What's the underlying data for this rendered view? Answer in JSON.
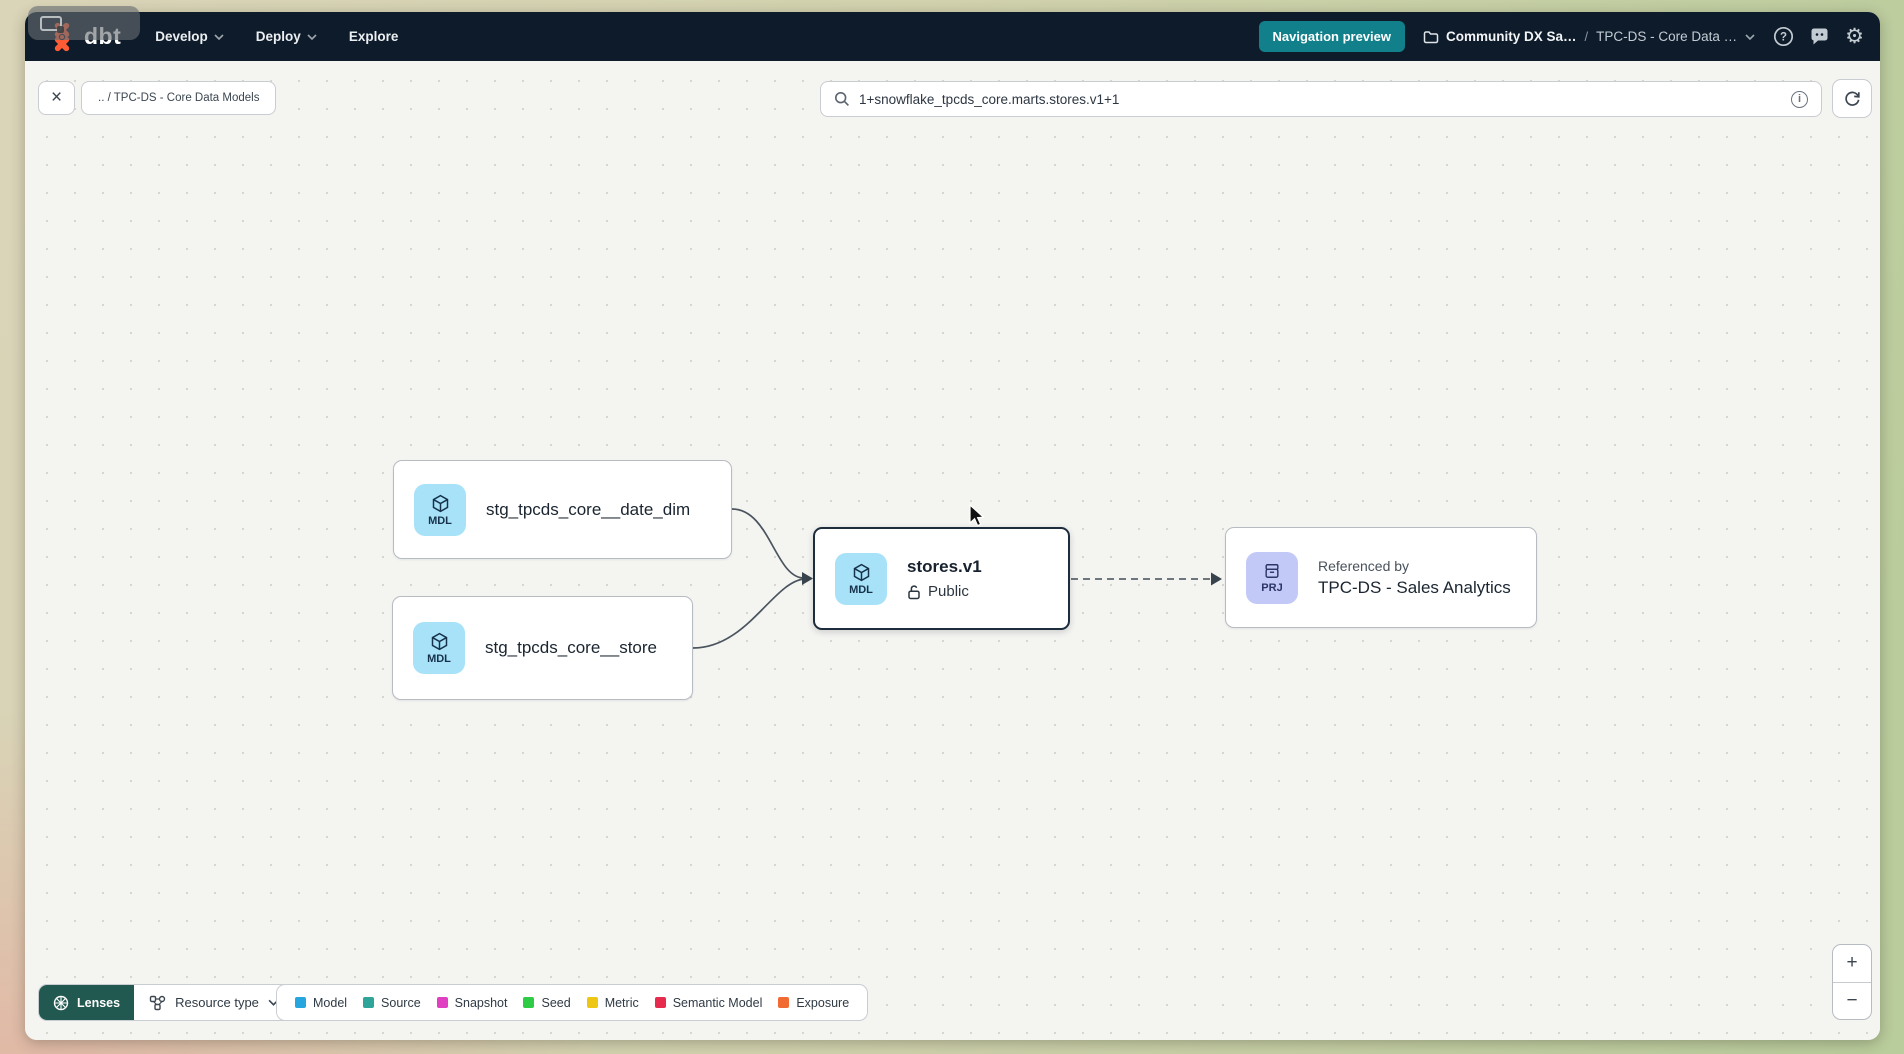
{
  "navbar": {
    "logo_text": "dbt",
    "menu": [
      {
        "label": "Develop"
      },
      {
        "label": "Deploy"
      },
      {
        "label": "Explore"
      }
    ],
    "preview_badge": "Navigation preview",
    "breadcrumb": {
      "project": "Community DX Sa…",
      "separator": "/",
      "page": "TPC-DS - Core Data …"
    }
  },
  "toolbar": {
    "path_chip": ".. / TPC-DS - Core Data Models",
    "search_value": "1+snowflake_tpcds_core.marts.stores.v1+1"
  },
  "graph": {
    "nodes": {
      "date_dim": {
        "badge": "MDL",
        "label": "stg_tpcds_core__date_dim"
      },
      "store": {
        "badge": "MDL",
        "label": "stg_tpcds_core__store"
      },
      "stores_v1": {
        "badge": "MDL",
        "label": "stores.v1",
        "visibility": "Public"
      },
      "project_ref": {
        "badge": "PRJ",
        "kicker": "Referenced by",
        "label": "TPC-DS - Sales Analytics"
      }
    }
  },
  "legend": {
    "lenses_label": "Lenses",
    "resource_type_label": "Resource type",
    "items": [
      {
        "label": "Model",
        "color": "#26a6df"
      },
      {
        "label": "Source",
        "color": "#2fa499"
      },
      {
        "label": "Snapshot",
        "color": "#df3fc0"
      },
      {
        "label": "Seed",
        "color": "#2ecb44"
      },
      {
        "label": "Metric",
        "color": "#edc713"
      },
      {
        "label": "Semantic Model",
        "color": "#e72b4e"
      },
      {
        "label": "Exposure",
        "color": "#f16a31"
      }
    ]
  },
  "zoom_controls": {
    "zoom_in": "+",
    "zoom_out": "−"
  },
  "glyphs": {
    "close": "×",
    "gear": "⚙"
  },
  "colors": {
    "navbar_bg": "#0e1b2a",
    "accent_teal": "#11808a",
    "lenses_bg": "#21584f",
    "model_badge_bg": "#a8e2f9",
    "project_badge_bg": "#c3c9f7",
    "brand_orange": "#ff5c35",
    "canvas_bg": "#f4f4f1",
    "selected_border": "#1e2d3d"
  }
}
